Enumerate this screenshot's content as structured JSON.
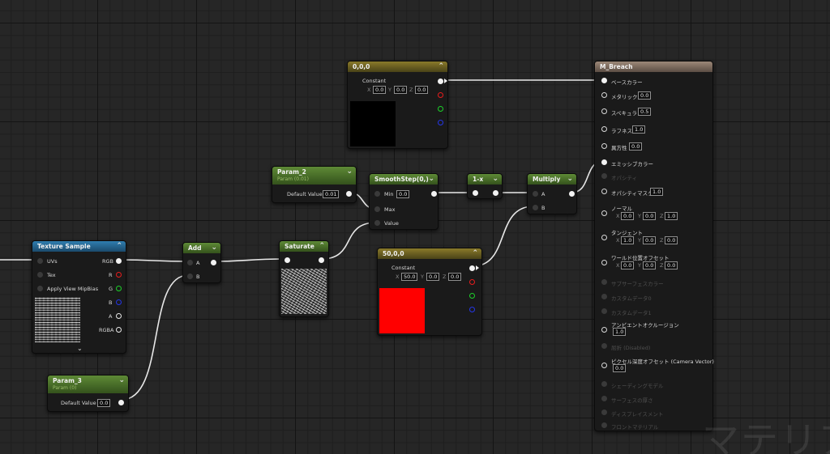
{
  "watermark": "マテリア",
  "nodes": {
    "constant3": {
      "title": "0,0,0",
      "constant_label": "Constant",
      "x_label": "X",
      "x_val": "0.0",
      "y_label": "Y",
      "y_val": "0.0",
      "z_label": "Z",
      "z_val": "0.0",
      "color": "#000000"
    },
    "param2": {
      "title": "Param_2",
      "subtitle": "Param (0.01)",
      "default_label": "Default Value",
      "default_val": "0.01"
    },
    "smoothstep": {
      "title": "SmoothStep(0,)",
      "min_label": "Min",
      "min_val": "0.0",
      "max_label": "Max",
      "value_label": "Value"
    },
    "oneminus": {
      "title": "1-x"
    },
    "multiply": {
      "title": "Multiply",
      "a_label": "A",
      "b_label": "B"
    },
    "texture": {
      "title": "Texture Sample",
      "uvs": "UVs",
      "rgb": "RGB",
      "tex": "Tex",
      "r": "R",
      "mip": "Apply View MipBias",
      "g": "G",
      "b": "B",
      "a": "A",
      "rgba": "RGBA"
    },
    "add": {
      "title": "Add",
      "a_label": "A",
      "b_label": "B"
    },
    "saturate": {
      "title": "Saturate"
    },
    "constant_red": {
      "title": "50,0,0",
      "constant_label": "Constant",
      "x_label": "X",
      "x_val": "50.0",
      "y_label": "Y",
      "y_val": "0.0",
      "z_label": "Z",
      "z_val": "0.0",
      "color": "#ff0000"
    },
    "param3": {
      "title": "Param_3",
      "subtitle": "Param (0)",
      "default_label": "Default Value",
      "default_val": "0.0"
    },
    "material": {
      "title": "M_Breach",
      "base_color": "ベースカラー",
      "metallic": "メタリック",
      "metallic_val": "0.0",
      "specular": "スペキュラ",
      "specular_val": "0.5",
      "roughness": "ラフネス",
      "roughness_val": "1.0",
      "anisotropy": "異方性",
      "anisotropy_val": "0.0",
      "emissive": "エミッシブカラー",
      "opacity": "オパシティ",
      "opacity_mask": "オパシティマスク",
      "opacity_mask_val": "1.0",
      "normal": "ノーマル",
      "normal_x": "0.0",
      "normal_y": "0.0",
      "normal_z": "1.0",
      "tangent": "タンジェント",
      "tangent_x": "1.0",
      "tangent_y": "0.0",
      "tangent_z": "0.0",
      "wpo": "ワールド位置オフセット",
      "wpo_x": "0.0",
      "wpo_y": "0.0",
      "wpo_z": "0.0",
      "subsurface": "サブサーフェスカラー",
      "custom0": "カスタムデータ0",
      "custom1": "カスタムデータ1",
      "ao": "アンビエントオクルージョン",
      "ao_val": "1.0",
      "refraction": "屈折 (Disabled)",
      "pdo": "ピクセル深度オフセット (Camera Vector)",
      "pdo_val": "0.0",
      "shading_model": "シェーディングモデル",
      "surface_thickness": "サーフェスの厚さ",
      "displacement": "ディスプレイスメント",
      "front_material": "フロントマテリアル"
    }
  },
  "colors": {
    "wire": "#e8e8e8",
    "header_constant": "#8a7a2a",
    "header_param": "#5e8a36",
    "header_texture": "#2f7eb0",
    "header_material": "#9c8878"
  }
}
